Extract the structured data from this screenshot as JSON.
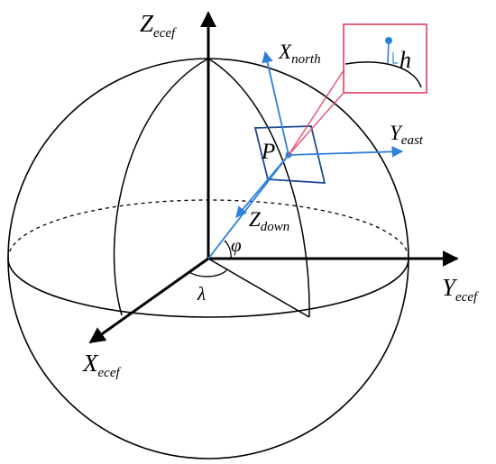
{
  "labels": {
    "z_ecef": {
      "main": "Z",
      "sub": "ecef"
    },
    "y_ecef": {
      "main": "Y",
      "sub": "ecef"
    },
    "x_ecef": {
      "main": "X",
      "sub": "ecef"
    },
    "x_north": {
      "main": "X",
      "sub": "north"
    },
    "y_east": {
      "main": "Y",
      "sub": "east"
    },
    "z_down": {
      "main": "Z",
      "sub": "down"
    },
    "point_p": "P",
    "height_h": "h",
    "latitude": "φ",
    "longitude": "λ"
  },
  "colors": {
    "ecef_axes": "#000000",
    "local_frame": "#2f80d9",
    "tangent_plane": "#1f4a94",
    "inset_box": "#e8506e",
    "sphere": "#000000"
  }
}
